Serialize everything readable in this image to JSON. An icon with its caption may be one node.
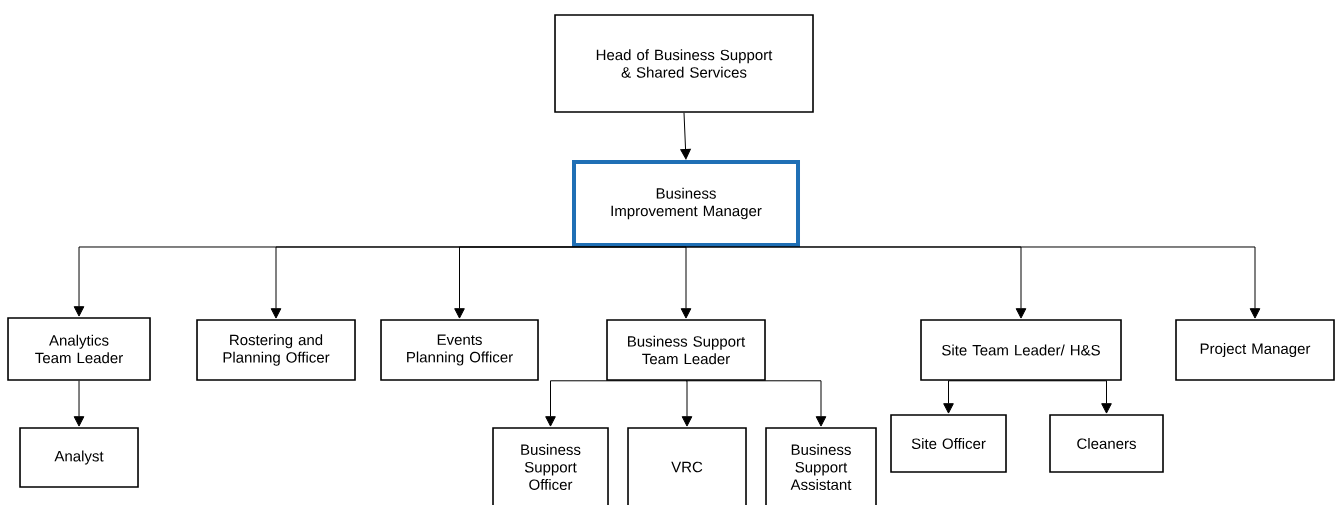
{
  "diagram": {
    "nodes": [
      {
        "text": [
          "Head of Business Support & Shared Services"
        ]
      },
      {
        "text": [
          "Business Improvement Manager"
        ]
      },
      {
        "text": [
          "Analytics Team Leader"
        ]
      },
      {
        "text": [
          "Rostering and Planning Officer"
        ]
      },
      {
        "text": [
          "Events Planning Officer"
        ]
      },
      {
        "text": [
          "Business Support Team Leader"
        ]
      },
      {
        "text": [
          "Site Team Leader/ H&S"
        ]
      },
      {
        "text": [
          "Project Manager"
        ]
      },
      {
        "text": [
          "Analyst"
        ]
      },
      {
        "text": [
          "Business Support Officer"
        ]
      },
      {
        "text": [
          "VRC"
        ]
      },
      {
        "text": [
          "Business Support Assistant"
        ]
      },
      {
        "text": [
          "Site Officer"
        ]
      },
      {
        "text": [
          "Cleaners"
        ]
      }
    ],
    "edges": [
      {
        "from": 0,
        "to": 1,
        "arrow": "to"
      },
      {
        "from": 1,
        "to": 2,
        "arrow": "to"
      },
      {
        "from": 1,
        "to": 3,
        "arrow": "to"
      },
      {
        "from": 1,
        "to": 4,
        "arrow": "to"
      },
      {
        "from": 1,
        "to": 5,
        "arrow": "to"
      },
      {
        "from": 1,
        "to": 6,
        "arrow": "to"
      },
      {
        "from": 1,
        "to": 7,
        "arrow": "to"
      },
      {
        "from": 2,
        "to": 8,
        "arrow": "to"
      },
      {
        "from": 5,
        "to": 9,
        "arrow": "to"
      },
      {
        "from": 5,
        "to": 10,
        "arrow": "to"
      },
      {
        "from": 5,
        "to": 11,
        "arrow": "to"
      },
      {
        "from": 6,
        "to": 12,
        "arrow": "to"
      },
      {
        "from": 6,
        "to": 13,
        "arrow": "to"
      }
    ]
  }
}
